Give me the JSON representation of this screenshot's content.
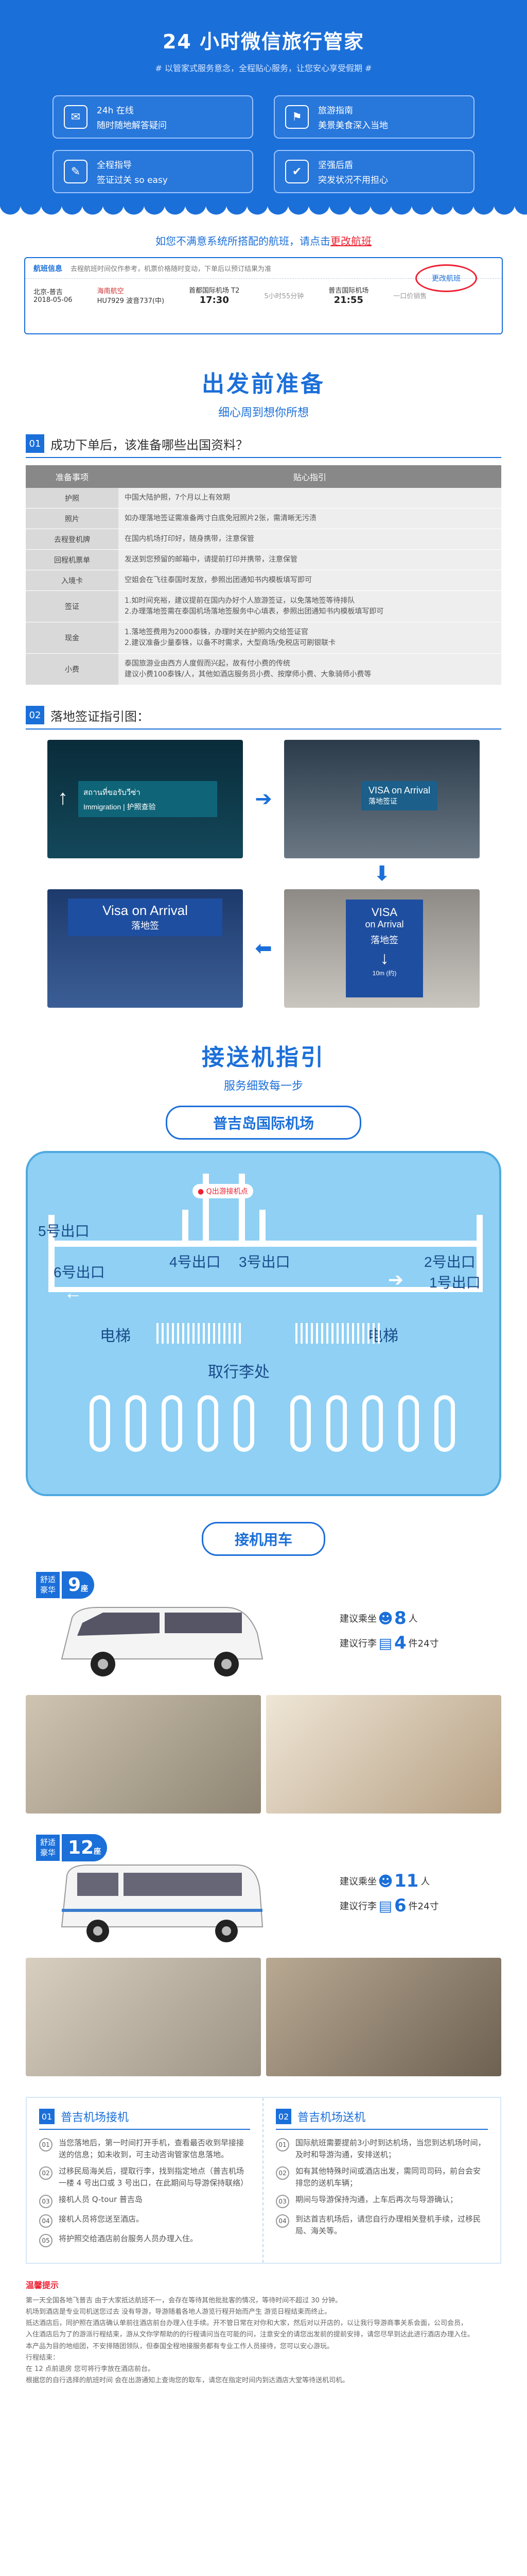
{
  "hero": {
    "title": "24 小时微信旅行管家",
    "subtitle": "# 以管家式服务意念，全程贴心服务，让您安心享受假期 #",
    "cards": [
      {
        "icon": "chat-icon",
        "line1": "24h 在线",
        "line2": "随时随地解答疑问"
      },
      {
        "icon": "map-icon",
        "line1": "旅游指南",
        "line2": "美景美食深入当地"
      },
      {
        "icon": "document-icon",
        "line1": "全程指导",
        "line2": "签证过关 so easy"
      },
      {
        "icon": "shield-icon",
        "line1": "坚强后盾",
        "line2": "突发状况不用担心"
      }
    ]
  },
  "notice": {
    "before": "如您不满意系统所搭配的航班，请点击",
    "link": "更改航班"
  },
  "flight": {
    "logo": "航班信息",
    "info": "去程航班时间仅作参考，机票价格随时变动，下单后以预订结果为准",
    "route": "北京-普吉",
    "date": "2018-05-06",
    "airline": "海南航空",
    "flight_no": "HU7929 波音737(中)",
    "dep_airport": "首都国际机场 T2",
    "dep_time": "17:30",
    "duration": "5小时55分钟",
    "arr_airport": "普吉国际机场",
    "arr_time": "21:55",
    "change_label": "更改航班",
    "transfer": "一口价销售"
  },
  "prep": {
    "title": "出发前准备",
    "subtitle": "细心周到想你所想",
    "step_num": "01",
    "step_text": "成功下单后，该准备哪些出国资料？",
    "headers": [
      "准备事项",
      "贴心指引"
    ],
    "rows": [
      {
        "k": "护照",
        "v": "中国大陆护照，7个月以上有效期"
      },
      {
        "k": "照片",
        "v": "如办理落地签证需准备两寸白底免冠照片2张，需清晰无污渍"
      },
      {
        "k": "去程登机牌",
        "v": "在国内机场打印好，随身携带，注意保管"
      },
      {
        "k": "回程机票单",
        "v": "发送到您预留的邮箱中，请提前打印并携带，注意保管"
      },
      {
        "k": "入境卡",
        "v": "空姐会在飞往泰国时发放，参照出团通知书内模板填写即可"
      },
      {
        "k": "签证",
        "v": "1.如时间充裕，建议提前在国内办好个人旅游签证，以免落地签等待排队\n2.办理落地签需在泰国机场落地签服务中心填表，参照出团通知书内模板填写即可"
      },
      {
        "k": "现金",
        "v": "1.落地签费用为2000泰铢，办理时关在护照内交给签证官\n2.建议准备少量泰铢，以备不时需求，大型商场/免税店可刷银联卡"
      },
      {
        "k": "小费",
        "v": "泰国旅游业由西方人度假而兴起，故有付小费的传统\n建议小费100泰铢/人，其他如酒店服务员小费、按摩师小费、大象骑师小费等"
      }
    ]
  },
  "visa": {
    "step_num": "02",
    "step_text": "落地签证指引图：",
    "sign1_th": "สถานที่ขอรับวีซ่า",
    "sign1_en": "Immigration | 护照查验",
    "sign2_en": "VISA on Arrival",
    "sign2_zh": "落地签证",
    "sign3_en": "Visa on Arrival",
    "sign3_zh": "落地签",
    "sign4_en1": "VISA",
    "sign4_en2": "on Arrival",
    "sign4_zh": "落地签",
    "sign4_dist": "10m (约)"
  },
  "airport": {
    "title": "接送机指引",
    "subtitle": "服务细致每一步",
    "tag": "普吉岛国际机场",
    "meet": "Q出游接机点",
    "exits": [
      "5号出口",
      "6号出口",
      "4号出口",
      "3号出口",
      "2号出口",
      "1号出口"
    ],
    "elevator": "电梯",
    "baggage": "取行李处"
  },
  "vehicles": {
    "title": "接机用车",
    "items": [
      {
        "badge": "舒适\n豪华",
        "seats": "9",
        "seat_unit": "座",
        "people_label": "建议乘坐",
        "people": "8",
        "people_unit": "人",
        "luggage_label": "建议行李",
        "luggage": "4",
        "luggage_unit": "件24寸"
      },
      {
        "badge": "舒适\n豪华",
        "seats": "12",
        "seat_unit": "座",
        "people_label": "建议乘坐",
        "people": "11",
        "people_unit": "人",
        "luggage_label": "建议行李",
        "luggage": "6",
        "luggage_unit": "件24寸"
      }
    ]
  },
  "pickup": {
    "left": {
      "num": "01",
      "title": "普吉机场接机",
      "items": [
        "当您落地后，第一时间打开手机，查看最否收到早接接送的信息；如未收到，可主动咨询管家信息落地。",
        "过移民局海关后，提取行李，找到指定地点（普吉机场一楼 4 号出口或 3 号出口，在此期间与导游保持联络）",
        "接机人员 Q-tour 普吉岛",
        "接机人员将您送至酒店。",
        "将护照交给酒店前台服务人员办理入住。"
      ]
    },
    "right": {
      "num": "02",
      "title": "普吉机场送机",
      "items": [
        "国际航班需要提前3小时到达机场，当您到达机场时间，及时和导游沟通，安排送机；",
        "如有其他特殊时间或酒店出发，需同司司码，前台会安排您的送机车辆；",
        "期间与导游保持沟通，上车后再次与导游确认；",
        "到达首吉机场后，请您自行办理相关登机手续，过移民局、海关等。"
      ]
    }
  },
  "tips": {
    "heading": "温馨提示",
    "lines": [
      "第一天全国各地飞普吉 由于大家抵达航班不一，会存在等待其他批批客的情况，等待时间不超过 30 分钟。",
      "机场到酒店是专业司机送您过去 没有导游，导游随着各地人游览行程开始而产生 游览日程结束而终止。",
      "抵达酒店后，同护照在酒店确认单前往酒店前台办理入住手续。开不管日常在对你和大家，然后对以开店的，以让我行导游商事关系会面，公司会员，",
      "入住酒店后为了的游派行程结束，游从文你学帮助的的行程请问当在可能的问，注意安全的请您出发前的提前安排，请您尽早到达此进行酒店办理入住。",
      "本产品为目的地组团，不安排随团领队，但泰国全程地接服务都有专业工作人员接待，您可以安心游玩。",
      "行程结束：",
      "在 12 点前退房 您可将行李放在酒店前台。",
      "根据您的自行选择的航班时间 会在出游通知上查询您的取车，请您在指定时间内到达酒店大堂等待送机司机。"
    ]
  },
  "colors": {
    "accent": "#1b6fd9",
    "alert": "#e23333",
    "map_bg": "#8fd0f4"
  }
}
